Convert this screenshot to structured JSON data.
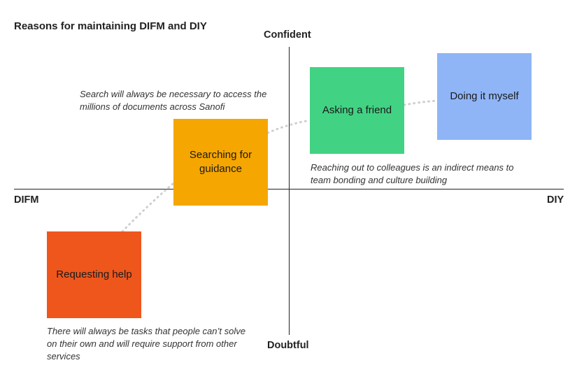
{
  "title": "Reasons for maintaining DIFM and DIY",
  "axes": {
    "top": "Confident",
    "bottom": "Doubtful",
    "left": "DIFM",
    "right": "DIY"
  },
  "stickies": [
    {
      "label": "Requesting help",
      "color": "#ee561c"
    },
    {
      "label": "Searching for guidance",
      "color": "#f5a600"
    },
    {
      "label": "Asking a friend",
      "color": "#41d383"
    },
    {
      "label": "Doing it myself",
      "color": "#8fb5f7"
    }
  ],
  "notes": {
    "search": "Search will always be necessary to access the millions of documents across Sanofi",
    "asking": "Reaching out to colleagues is an indirect means to team bonding and culture building",
    "requesting": "There will always be tasks that people can’t solve on their own and will require support from other services"
  },
  "connector_color": "#cfcfcf"
}
